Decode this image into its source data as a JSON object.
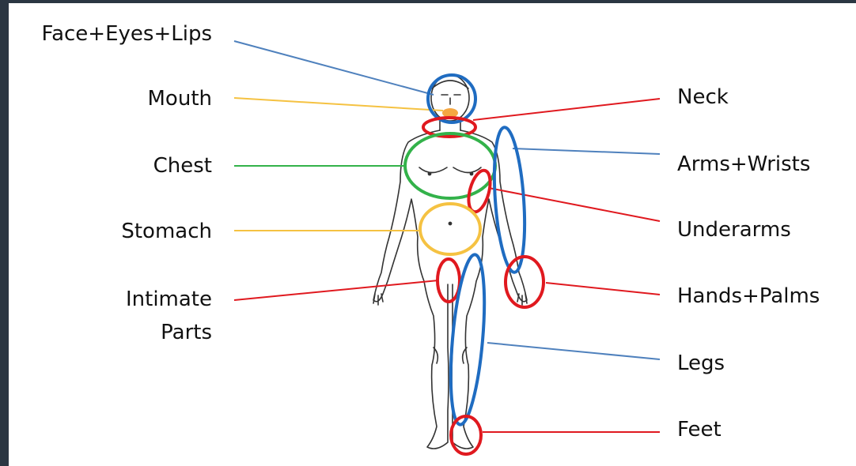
{
  "diagram": {
    "labels_left": [
      {
        "id": "face",
        "text": "Face+Eyes+Lips",
        "color": "#4f81bd"
      },
      {
        "id": "mouth",
        "text": "Mouth",
        "color": "#f5c242"
      },
      {
        "id": "chest",
        "text": "Chest",
        "color": "#33b24a"
      },
      {
        "id": "stomach",
        "text": "Stomach",
        "color": "#f5c242"
      },
      {
        "id": "intimate",
        "text": "Intimate\nParts",
        "color": "#e0191f"
      }
    ],
    "labels_right": [
      {
        "id": "neck",
        "text": "Neck",
        "color": "#e0191f"
      },
      {
        "id": "arms",
        "text": "Arms+Wrists",
        "color": "#4f81bd"
      },
      {
        "id": "underarms",
        "text": "Underarms",
        "color": "#e0191f"
      },
      {
        "id": "hands",
        "text": "Hands+Palms",
        "color": "#e0191f"
      },
      {
        "id": "legs",
        "text": "Legs",
        "color": "#4f81bd"
      },
      {
        "id": "feet",
        "text": "Feet",
        "color": "#e0191f"
      }
    ]
  }
}
